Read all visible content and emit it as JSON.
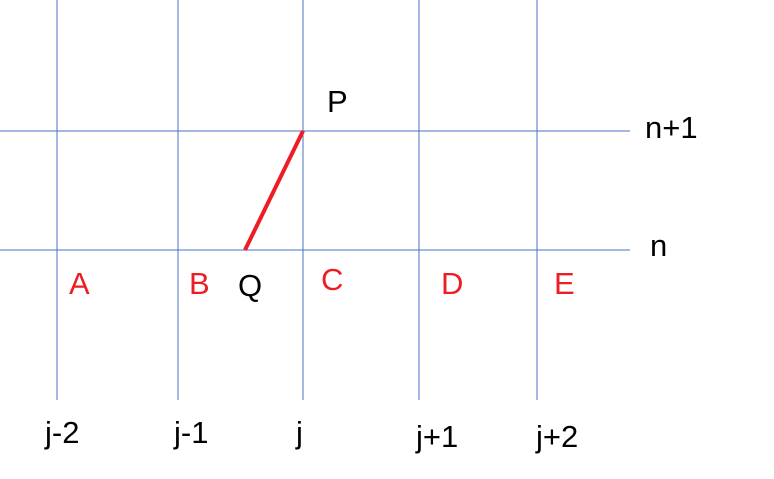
{
  "colors": {
    "grid": "#4a72c4",
    "segment": "#ee1c25",
    "label_black": "#000000",
    "label_red": "#ee1c25"
  },
  "diagram": {
    "time_levels": [
      "n+1",
      "n"
    ],
    "space_indices": [
      "j-2",
      "j-1",
      "j",
      "j+1",
      "j+2"
    ],
    "points": {
      "p": "P",
      "q": "Q"
    },
    "node_labels": [
      "A",
      "B",
      "C",
      "D",
      "E"
    ]
  }
}
